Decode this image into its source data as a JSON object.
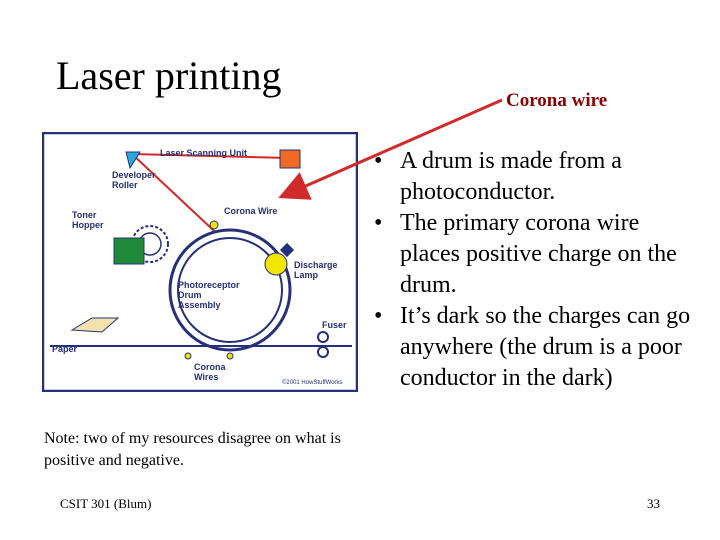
{
  "slide": {
    "title": "Laser printing",
    "callout": "Corona wire",
    "bullets": [
      "A drum is made from a photoconductor.",
      "The primary corona wire places positive charge on the drum.",
      "It’s dark so the charges can go anywhere (the drum is a poor conductor in the dark)"
    ],
    "bullet_glyph": "•",
    "note": "Note: two of my resources disagree on what is positive and negative.",
    "footer_left": "CSIT 301 (Blum)",
    "page_number": "33"
  },
  "diagram": {
    "labels": {
      "laser_unit": "Laser Scanning Unit",
      "developer_1": "Developer",
      "developer_2": "Roller",
      "toner_1": "Toner",
      "toner_2": "Hopper",
      "corona_wire": "Corona Wire",
      "discharge_1": "Discharge",
      "discharge_2": "Lamp",
      "drum_1": "Photoreceptor",
      "drum_2": "Drum",
      "drum_3": "Assembly",
      "fuser": "Fuser",
      "paper": "Paper",
      "corona_wires_1": "Corona",
      "corona_wires_2": "Wires",
      "copyright": "©2001 HowStuffWorks"
    },
    "colors": {
      "outline": "#26307a",
      "laser": "#d62828",
      "toner": "#1f8b3a",
      "laser_box": "#f06a25",
      "lamp": "#f2e600",
      "mirror": "#2aa8d8",
      "paper": "#f3e2ad"
    }
  },
  "colors": {
    "callout_text": "#8b0000",
    "callout_arrow": "#d12a2a"
  }
}
